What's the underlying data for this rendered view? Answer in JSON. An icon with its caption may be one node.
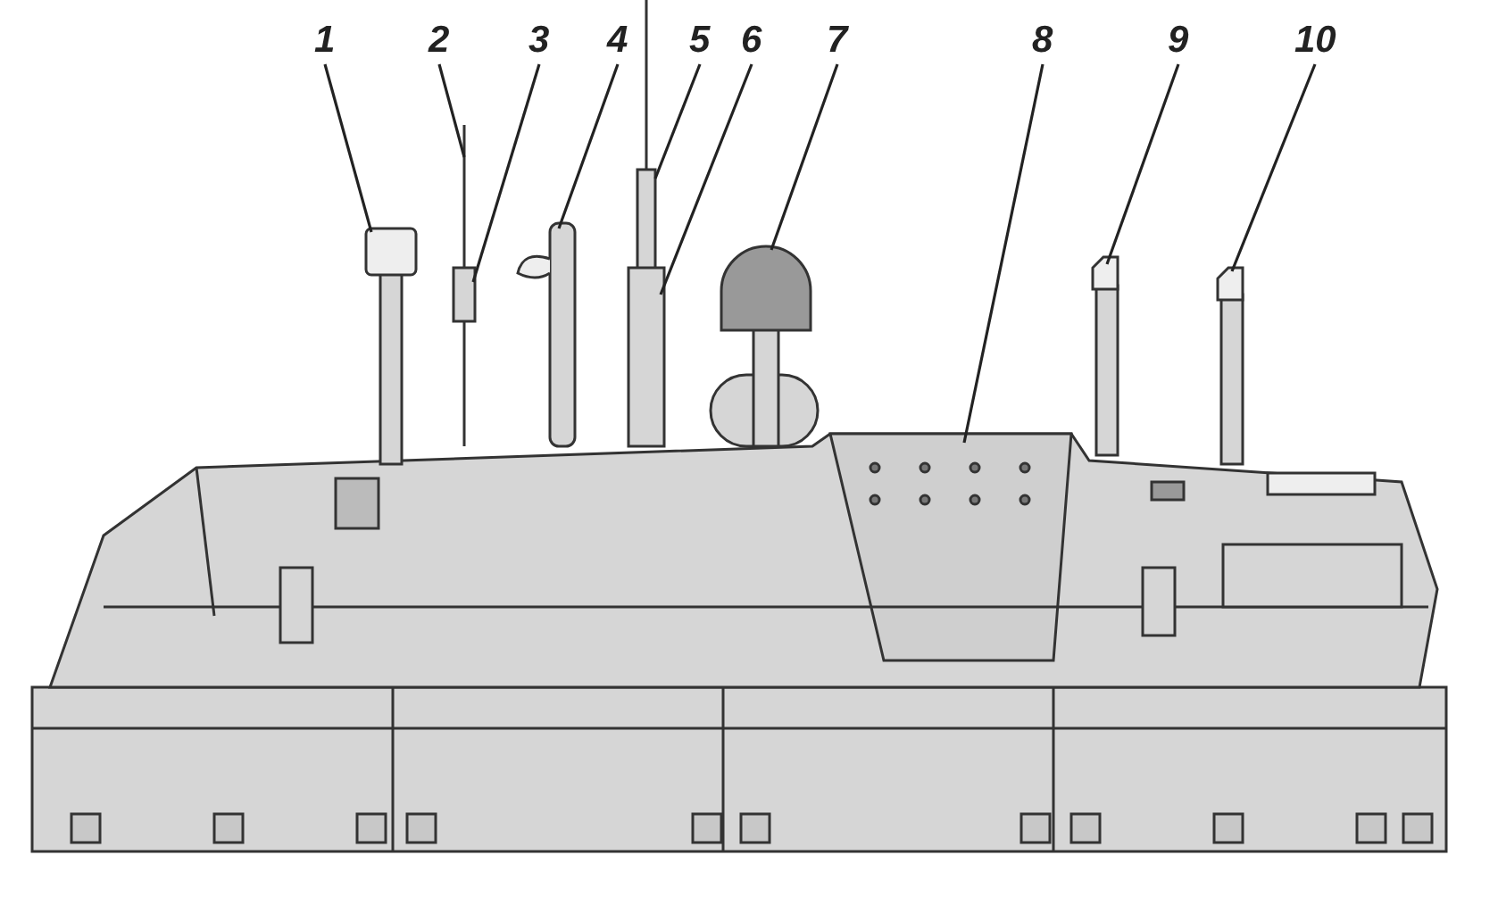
{
  "diagram": {
    "nodes": [
      {
        "text": [
          "1"
        ]
      },
      {
        "text": [
          "2"
        ]
      },
      {
        "text": [
          "3"
        ]
      },
      {
        "text": [
          "4"
        ]
      },
      {
        "text": [
          "5"
        ]
      },
      {
        "text": [
          "6"
        ]
      },
      {
        "text": [
          "7"
        ]
      },
      {
        "text": [
          "8"
        ]
      },
      {
        "text": [
          "9"
        ]
      },
      {
        "text": [
          "10"
        ]
      }
    ],
    "edges": [
      {
        "from": 0,
        "to": null,
        "arrow": "none"
      },
      {
        "from": 1,
        "to": null,
        "arrow": "none"
      },
      {
        "from": 2,
        "to": null,
        "arrow": "none"
      },
      {
        "from": 3,
        "to": null,
        "arrow": "none"
      },
      {
        "from": 4,
        "to": null,
        "arrow": "none"
      },
      {
        "from": 5,
        "to": null,
        "arrow": "none"
      },
      {
        "from": 6,
        "to": null,
        "arrow": "none"
      },
      {
        "from": 7,
        "to": null,
        "arrow": "none"
      },
      {
        "from": 8,
        "to": null,
        "arrow": "none"
      },
      {
        "from": 9,
        "to": null,
        "arrow": "none"
      }
    ]
  }
}
